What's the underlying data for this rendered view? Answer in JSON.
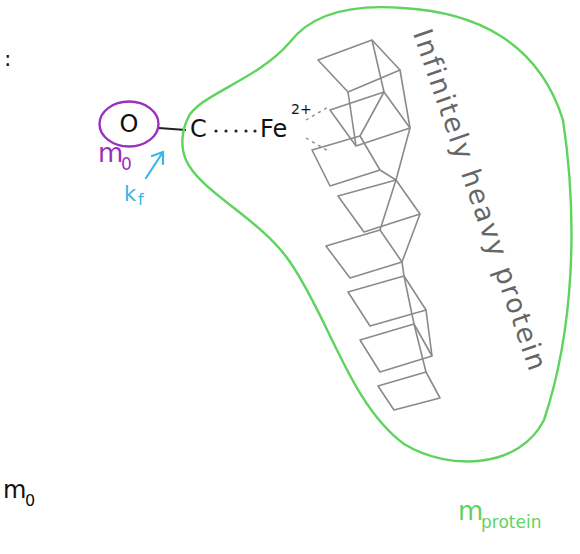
{
  "diagram": {
    "nodes": [
      {
        "text": [
          "O"
        ]
      },
      {
        "text": [
          "C",
          "Fe",
          "2+",
          "Infinitely heavy protein"
        ]
      }
    ],
    "edges": [
      {
        "from": 0,
        "to": 1,
        "arrow": "none"
      }
    ],
    "labels": [
      ":",
      "m",
      "0",
      "k",
      "f",
      "m",
      "protein",
      "m",
      "0"
    ]
  }
}
